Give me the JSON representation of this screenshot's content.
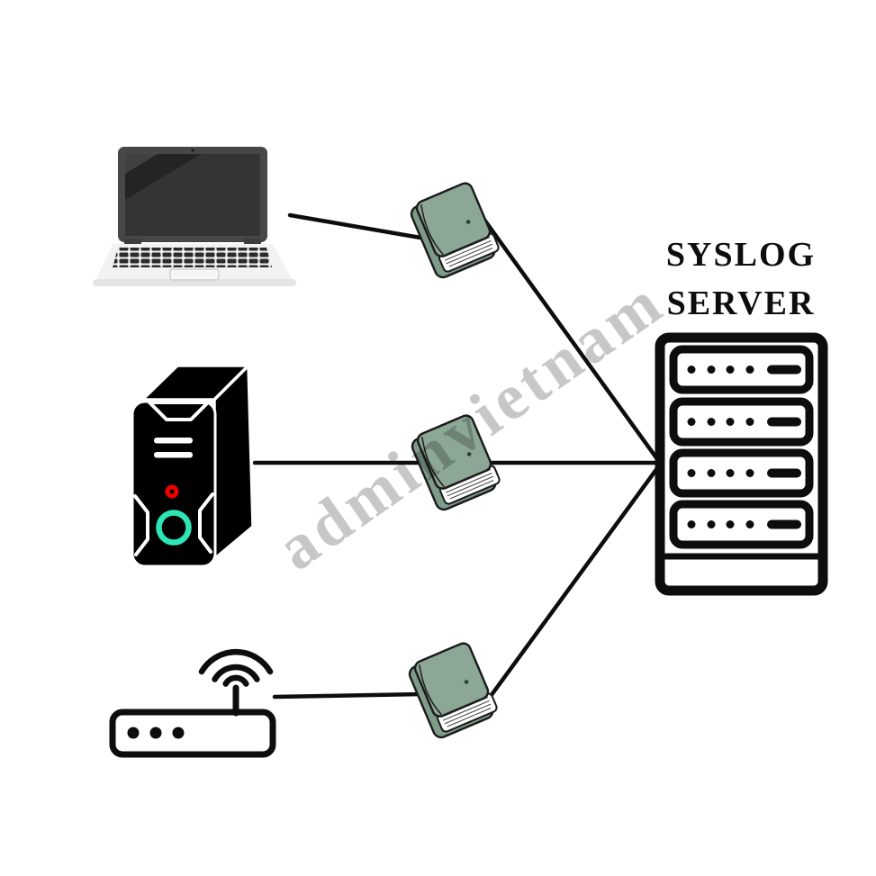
{
  "title": {
    "line1": "SYSLOG",
    "line2": "SERVER"
  },
  "watermark": {
    "text": "adminvietnam",
    "color": "#c7c7c7"
  },
  "diagram": {
    "description": "Three network devices forward log books to a central syslog server",
    "nodes": [
      {
        "id": "laptop",
        "icon": "laptop-icon"
      },
      {
        "id": "desktop-tower",
        "icon": "desktop-tower-icon"
      },
      {
        "id": "wireless-router",
        "icon": "wifi-router-icon"
      },
      {
        "id": "log-book-top",
        "icon": "log-book-icon"
      },
      {
        "id": "log-book-middle",
        "icon": "log-book-icon"
      },
      {
        "id": "log-book-bottom",
        "icon": "log-book-icon"
      },
      {
        "id": "syslog-server",
        "icon": "server-rack-icon"
      }
    ],
    "edges": [
      {
        "from": "laptop",
        "to": "log-book-top"
      },
      {
        "from": "log-book-top",
        "to": "syslog-server"
      },
      {
        "from": "desktop-tower",
        "to": "log-book-middle"
      },
      {
        "from": "log-book-middle",
        "to": "syslog-server"
      },
      {
        "from": "wireless-router",
        "to": "log-book-bottom"
      },
      {
        "from": "log-book-bottom",
        "to": "syslog-server"
      }
    ]
  },
  "colors": {
    "line": "#0d0d0d",
    "book_cover": "#8ca795",
    "book_spine": "#7e9b89",
    "book_outline": "#1b1b1b",
    "tower_body": "#000000",
    "power_ring_teal": "#2ee5b8",
    "power_led_red": "#f20000",
    "laptop_base": "#f2f2f2",
    "watermark_gray": "#c7c7c7"
  }
}
